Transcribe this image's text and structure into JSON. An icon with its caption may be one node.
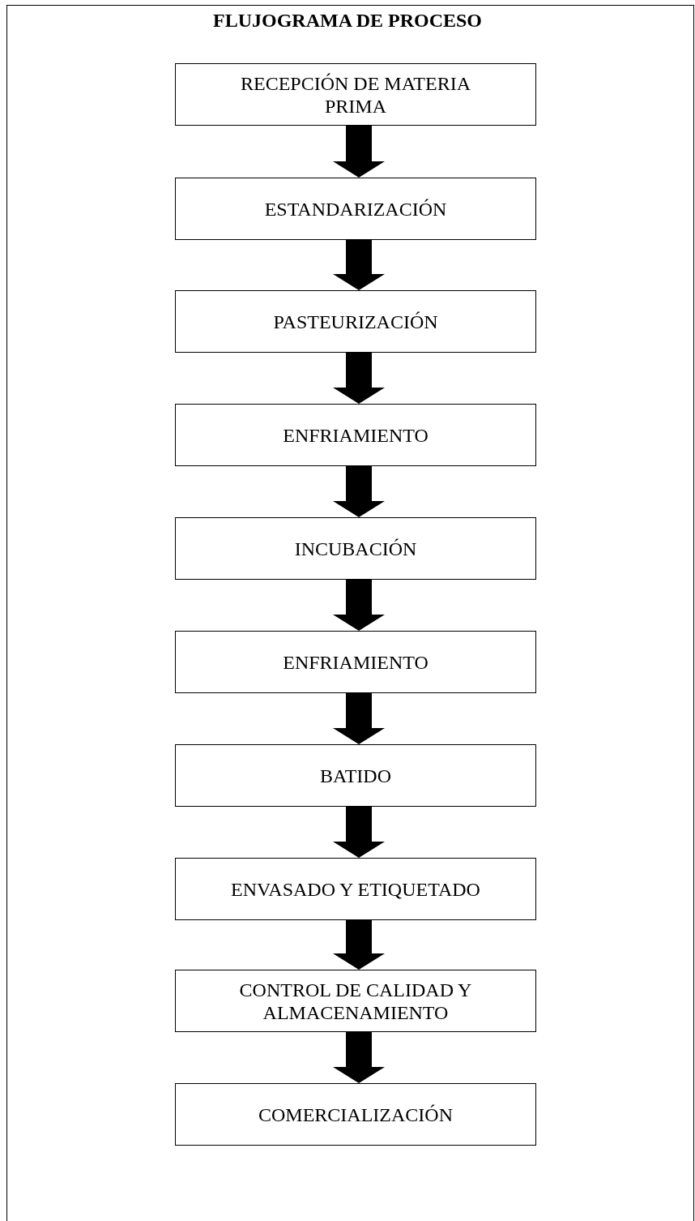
{
  "diagram": {
    "title": "FLUJOGRAMA DE PROCESO",
    "nodes": [
      {
        "text": [
          "RECEPCIÓN DE MATERIA PRIMA"
        ]
      },
      {
        "text": [
          "ESTANDARIZACIÓN"
        ]
      },
      {
        "text": [
          "PASTEURIZACIÓN"
        ]
      },
      {
        "text": [
          "ENFRIAMIENTO"
        ]
      },
      {
        "text": [
          "INCUBACIÓN"
        ]
      },
      {
        "text": [
          "ENFRIAMIENTO"
        ]
      },
      {
        "text": [
          "BATIDO"
        ]
      },
      {
        "text": [
          "ENVASADO Y ETIQUETADO"
        ]
      },
      {
        "text": [
          "CONTROL DE CALIDAD Y ALMACENAMIENTO"
        ]
      },
      {
        "text": [
          "COMERCIALIZACIÓN"
        ]
      }
    ],
    "edges": [
      {
        "from": 0,
        "to": 1,
        "arrow": "to"
      },
      {
        "from": 1,
        "to": 2,
        "arrow": "to"
      },
      {
        "from": 2,
        "to": 3,
        "arrow": "to"
      },
      {
        "from": 3,
        "to": 4,
        "arrow": "to"
      },
      {
        "from": 4,
        "to": 5,
        "arrow": "to"
      },
      {
        "from": 5,
        "to": 6,
        "arrow": "to"
      },
      {
        "from": 6,
        "to": 7,
        "arrow": "to"
      },
      {
        "from": 7,
        "to": 8,
        "arrow": "to"
      },
      {
        "from": 8,
        "to": 9,
        "arrow": "to"
      }
    ]
  }
}
